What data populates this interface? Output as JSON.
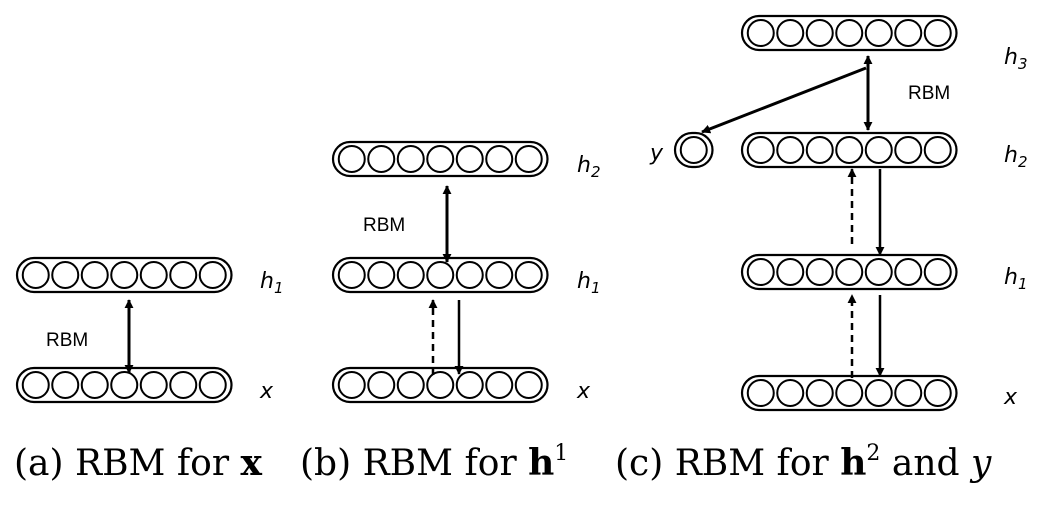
{
  "panels": [
    {
      "id": "a",
      "layers": [
        {
          "id": "x",
          "label": "x",
          "units": 7
        },
        {
          "id": "h1",
          "label": "h",
          "sub": "1",
          "units": 7
        }
      ],
      "rbm_label": "RBM",
      "caption": {
        "prefix": "(a) RBM for ",
        "symbol": "x",
        "sup": ""
      }
    },
    {
      "id": "b",
      "layers": [
        {
          "id": "x",
          "label": "x",
          "units": 7
        },
        {
          "id": "h1",
          "label": "h",
          "sub": "1",
          "units": 7
        },
        {
          "id": "h2",
          "label": "h",
          "sub": "2",
          "units": 7
        }
      ],
      "rbm_label": "RBM",
      "caption": {
        "prefix": "(b) RBM for ",
        "symbol": "h",
        "sup": "1"
      }
    },
    {
      "id": "c",
      "layers": [
        {
          "id": "x",
          "label": "x",
          "units": 7
        },
        {
          "id": "h1",
          "label": "h",
          "sub": "1",
          "units": 7
        },
        {
          "id": "h2",
          "label": "h",
          "sub": "2",
          "units": 7
        },
        {
          "id": "h3",
          "label": "h",
          "sub": "3",
          "units": 7
        },
        {
          "id": "y",
          "label": "y",
          "units": 1
        }
      ],
      "rbm_label": "RBM",
      "caption": {
        "prefix": "(c) RBM for ",
        "symbol": "h",
        "sup": "2",
        "suffix": " and ",
        "var": "y"
      }
    }
  ]
}
